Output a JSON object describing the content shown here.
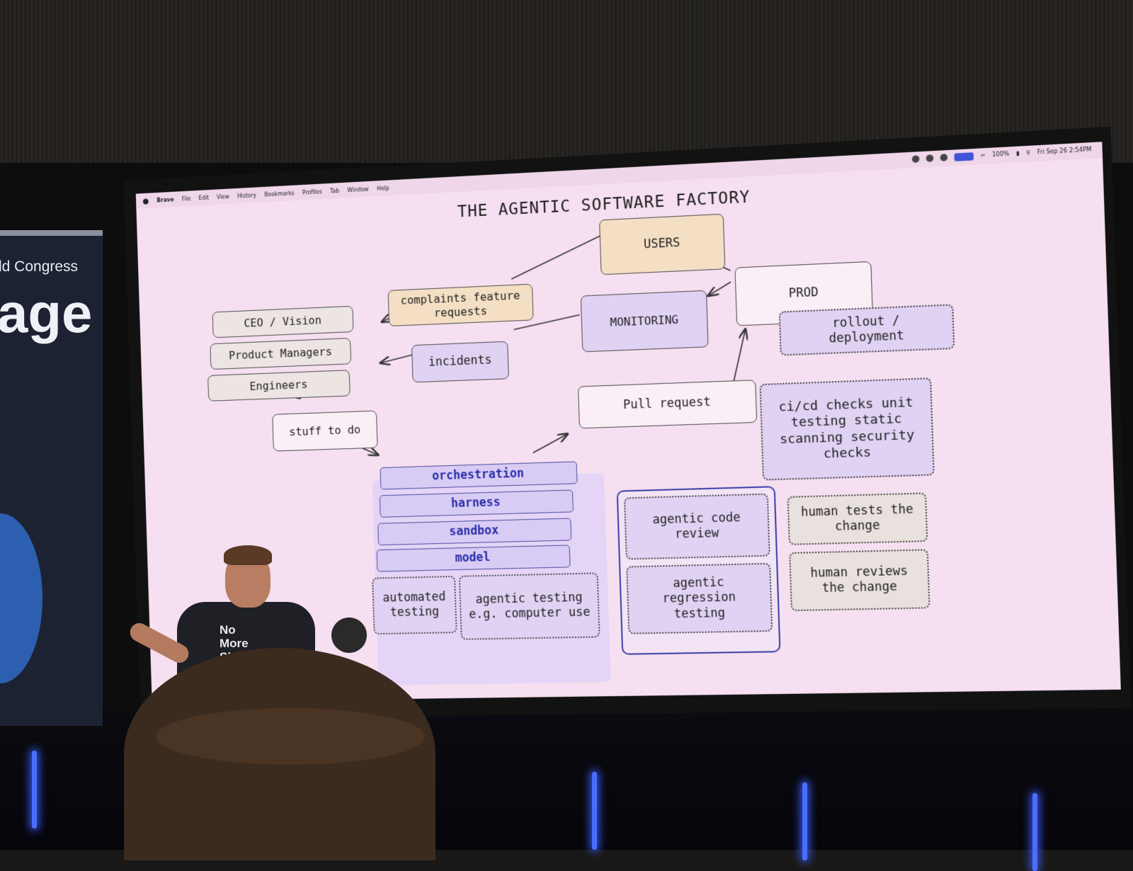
{
  "banner": {
    "congress_text": "ld Congress",
    "big_text": "age"
  },
  "menubar": {
    "apple": "",
    "items": [
      "Brave",
      "File",
      "Edit",
      "View",
      "History",
      "Bookmarks",
      "Profiles",
      "Tab",
      "Window",
      "Help"
    ],
    "battery": "100%",
    "clock": "Fri Sep 26  2:54PM"
  },
  "slide": {
    "title": "THE AGENTIC SOFTWARE FACTORY",
    "users": "USERS",
    "complaints": "complaints feature requests",
    "monitoring": "MONITORING",
    "prod": "PROD",
    "rollout": "rollout / deployment",
    "ceo": "CEO / Vision",
    "product_managers": "Product Managers",
    "engineers": "Engineers",
    "incidents": "incidents",
    "stuff_to_do": "stuff to do",
    "pull_request": "Pull request",
    "checks": "ci/cd checks unit testing static scanning security checks",
    "orchestration": "orchestration",
    "harness": "harness",
    "sandbox": "sandbox",
    "model": "model",
    "automated_testing": "automated testing",
    "agentic_testing": "agentic testing e.g. computer use",
    "agentic_code_review": "agentic code review",
    "agentic_regression": "agentic regression testing",
    "human_tests": "human tests the change",
    "human_reviews": "human reviews the change"
  },
  "speaker": {
    "shirt_text": "No More Slop"
  },
  "colors": {
    "slide_bg": "#f5dff0",
    "orange_box": "#f4dfc4",
    "purple_box": "#e0d2f3",
    "stack_text": "#2a2faa",
    "stage_light": "#4a6dff"
  }
}
